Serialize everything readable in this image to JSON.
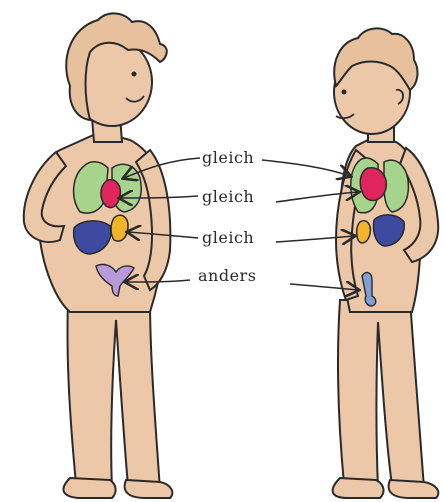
{
  "labels": [
    {
      "text": "gleich"
    },
    {
      "text": "gleich"
    },
    {
      "text": "gleich"
    },
    {
      "text": "anders"
    }
  ],
  "colors": {
    "skin": "#ecc7a8",
    "skin_shade": "#dcae8e",
    "hair": "#e7c19d",
    "outline": "#2a2a2a",
    "lungs": "#a6d48c",
    "heart": "#e0245e",
    "liver": "#3d4aa0",
    "stomach": "#f2b52a",
    "uterus": "#b99ad8",
    "male_organ": "#7fa0d6",
    "arrow": "#2a2a2a"
  }
}
